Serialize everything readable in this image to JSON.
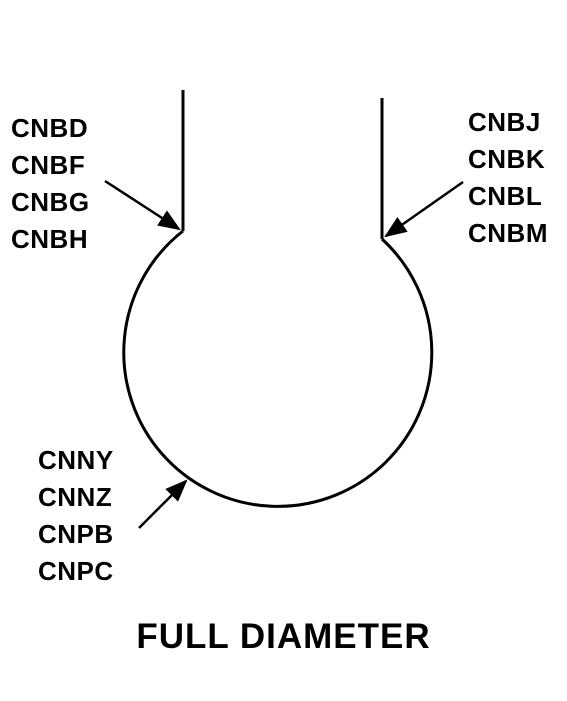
{
  "callouts": {
    "left": [
      "CNBD",
      "CNBF",
      "CNBG",
      "CNBH"
    ],
    "right": [
      "CNBJ",
      "CNBK",
      "CNBL",
      "CNBM"
    ],
    "bottom": [
      "CNNY",
      "CNNZ",
      "CNPB",
      "CNPC"
    ]
  },
  "caption": "FULL DIAMETER",
  "colors": {
    "line": "#000000",
    "background": "#ffffff"
  }
}
